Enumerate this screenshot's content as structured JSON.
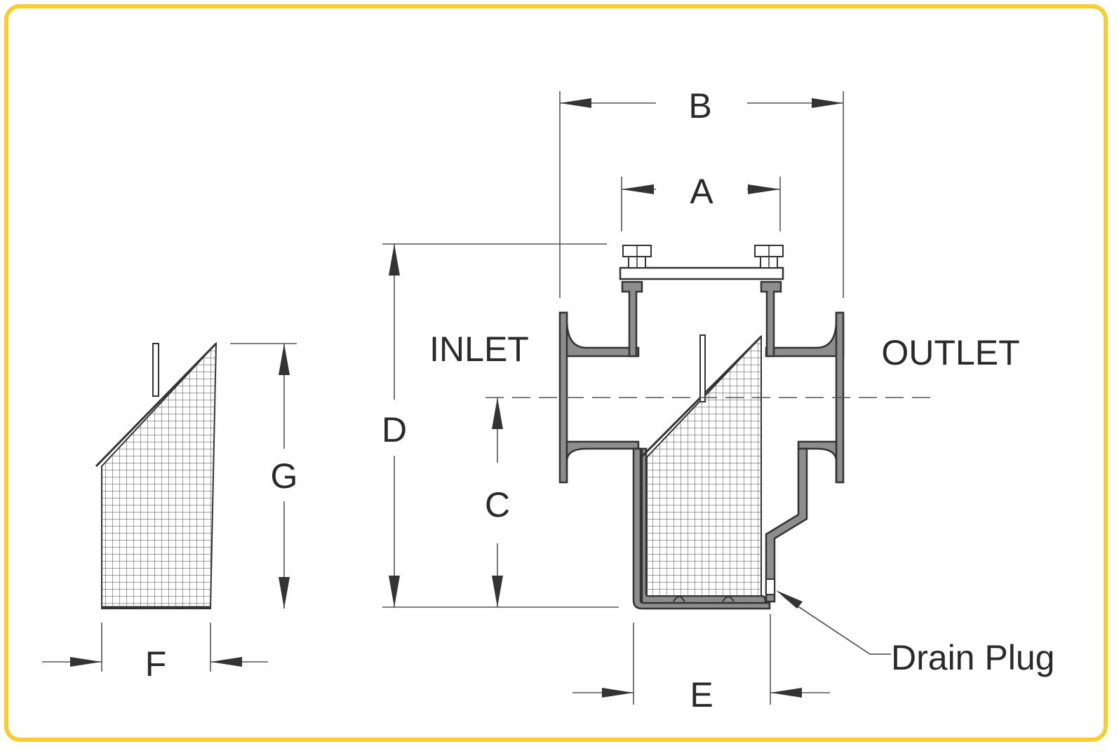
{
  "labels": {
    "a": "A",
    "b": "B",
    "c": "C",
    "d": "D",
    "e": "E",
    "f": "F",
    "g": "G",
    "inlet": "INLET",
    "outlet": "OUTLET",
    "drain_plug": "Drain Plug"
  },
  "colors": {
    "frame": "#f9cd2f",
    "body_fill": "#8d8d8d",
    "line": "#333333"
  }
}
